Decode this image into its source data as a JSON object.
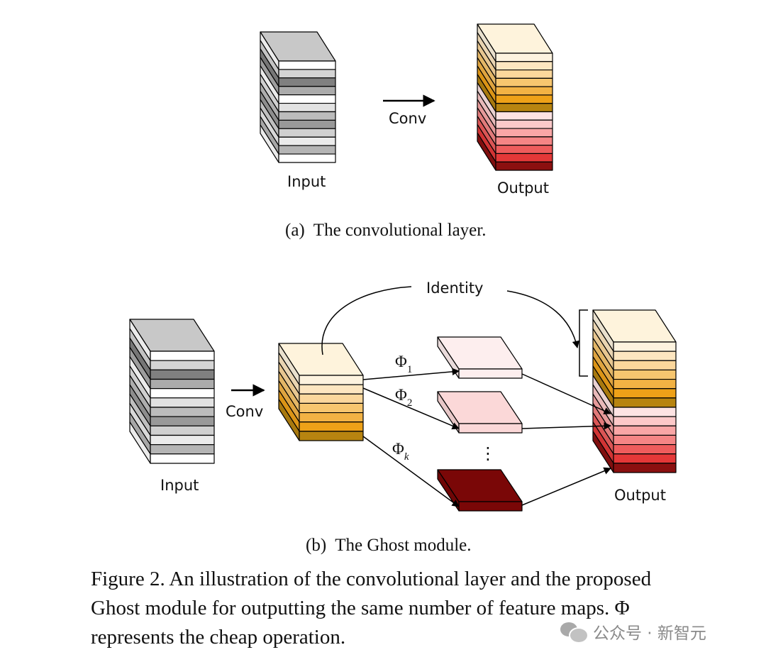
{
  "panel_a": {
    "input_label": "Input",
    "conv_label": "Conv",
    "output_label": "Output",
    "caption": "(a)  The convolutional layer."
  },
  "panel_b": {
    "input_label": "Input",
    "conv_label": "Conv",
    "identity_label": "Identity",
    "phi_1": "Φ",
    "phi_1_sub": "1",
    "phi_2": "Φ",
    "phi_2_sub": "2",
    "phi_k": "Φ",
    "phi_k_sub": "k",
    "dots": "⋮",
    "output_label": "Output",
    "caption": "(b)  The Ghost module."
  },
  "figure_caption": {
    "line1": "Figure 2. An illustration of the convolutional layer and the proposed",
    "line2": "Ghost module for outputting the same number of feature maps. Φ",
    "line3": "represents the cheap operation."
  },
  "watermark": {
    "text": "公众号 · 新智元"
  },
  "colors": {
    "gray_layers": [
      "#ffffff",
      "#d4d4d4",
      "#808080",
      "#ababab",
      "#ffffff",
      "#e2e2e2",
      "#bcbcbc",
      "#999999",
      "#d0d0d0",
      "#ebebeb",
      "#b5b5b5",
      "#ffffff"
    ],
    "gray_top": "#c8c8c8",
    "orange_layers": [
      "#fdf3df",
      "#fde6c0",
      "#fbd79c",
      "#f7c66f",
      "#f2b244",
      "#eea118",
      "#b78410"
    ],
    "red_layers": [
      "#fde3e3",
      "#fcc9c9",
      "#f9a6a6",
      "#f58585",
      "#ee5c5c",
      "#e43838",
      "#8b1010"
    ],
    "orange_top": "#fef3dc",
    "ghost_light": "#fdeeee",
    "ghost_mid": "#fbd8d8",
    "ghost_dark": "#7a0707"
  }
}
